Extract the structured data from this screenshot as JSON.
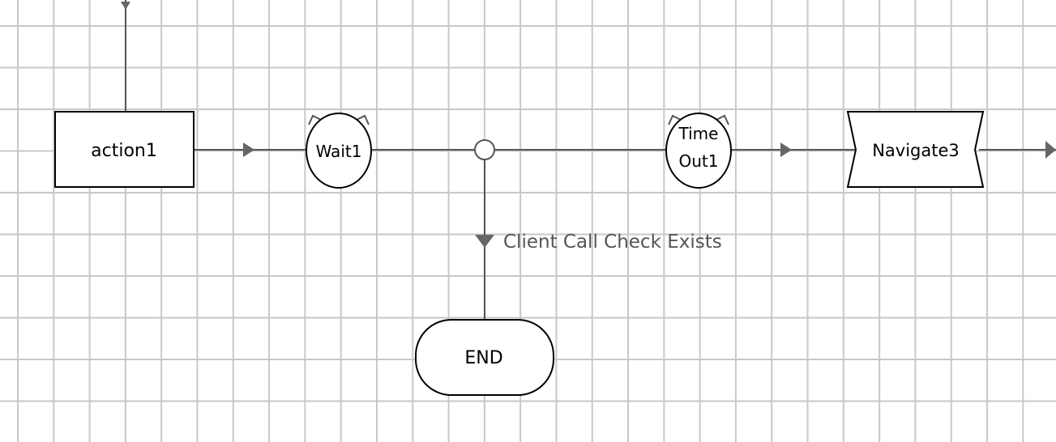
{
  "diagram": {
    "nodes": {
      "action1": {
        "label": "action1",
        "shape": "rectangle"
      },
      "wait1": {
        "label": "Wait1",
        "shape": "timer-circle"
      },
      "decision": {
        "label": "",
        "shape": "small-circle"
      },
      "timeout1": {
        "label_line1": "Time",
        "label_line2": "Out1",
        "shape": "timer-circle"
      },
      "navigate3": {
        "label": "Navigate3",
        "shape": "notched-banner"
      },
      "end": {
        "label": "END",
        "shape": "rounded-terminal"
      }
    },
    "edges": [
      {
        "from": "action1",
        "to": "wait1"
      },
      {
        "from": "wait1",
        "to": "decision"
      },
      {
        "from": "decision",
        "to": "timeout1"
      },
      {
        "from": "timeout1",
        "to": "navigate3"
      },
      {
        "from": "decision",
        "to": "end",
        "label": "Client Call Check Exists"
      }
    ],
    "colors": {
      "line": "#555555",
      "arrow": "#666666",
      "node_stroke": "#000000",
      "grid": "#c8c8c8",
      "background": "#ffffff"
    }
  }
}
